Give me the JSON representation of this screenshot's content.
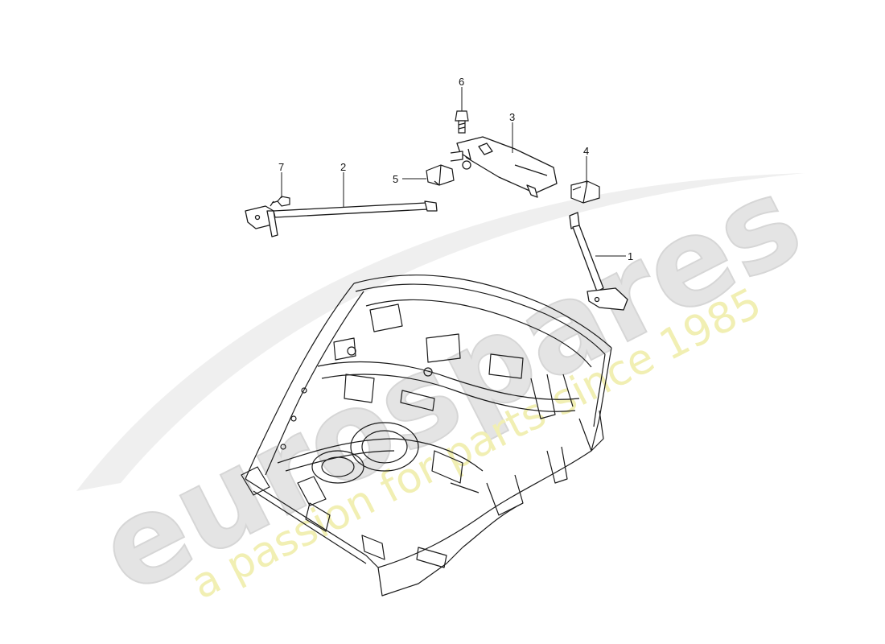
{
  "callouts": [
    {
      "number": "1",
      "part": "strut-vertical"
    },
    {
      "number": "2",
      "part": "strut-horizontal"
    },
    {
      "number": "3",
      "part": "bracket"
    },
    {
      "number": "4",
      "part": "rubber-buffer-right"
    },
    {
      "number": "5",
      "part": "rubber-buffer-left"
    },
    {
      "number": "6",
      "part": "bolt"
    },
    {
      "number": "7",
      "part": "screw"
    }
  ],
  "watermark": {
    "brand": "eurospares",
    "tagline": "a passion for parts since 1985",
    "brand_color": "#e4e4e4",
    "tagline_color": "#f1efb3"
  },
  "colors": {
    "line": "#1a1a1a",
    "background": "#ffffff"
  }
}
